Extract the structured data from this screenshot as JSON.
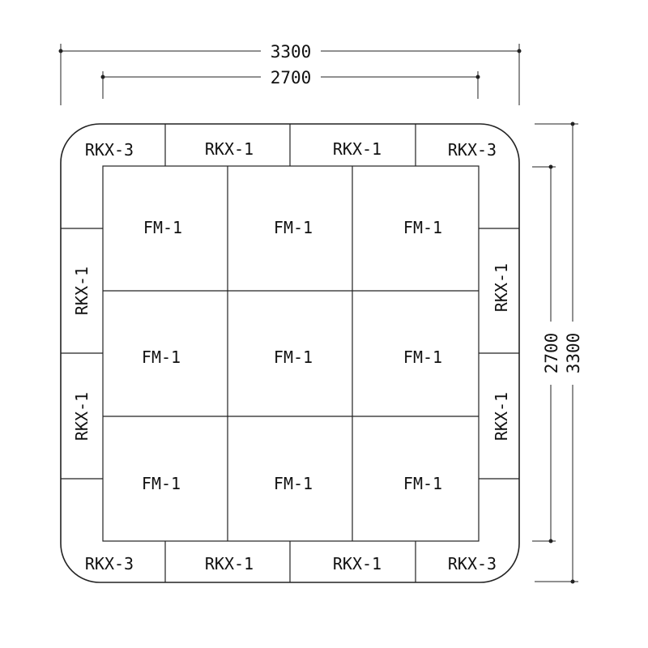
{
  "dimensions": {
    "top_outer": "3300",
    "top_inner": "2700",
    "right_outer": "3300",
    "right_inner": "2700"
  },
  "panels": {
    "center_label": "FM-1",
    "edge_label": "RKX-1",
    "corner_label": "RKX-3"
  },
  "colors": {
    "line": "#222222",
    "background": "#ffffff"
  }
}
